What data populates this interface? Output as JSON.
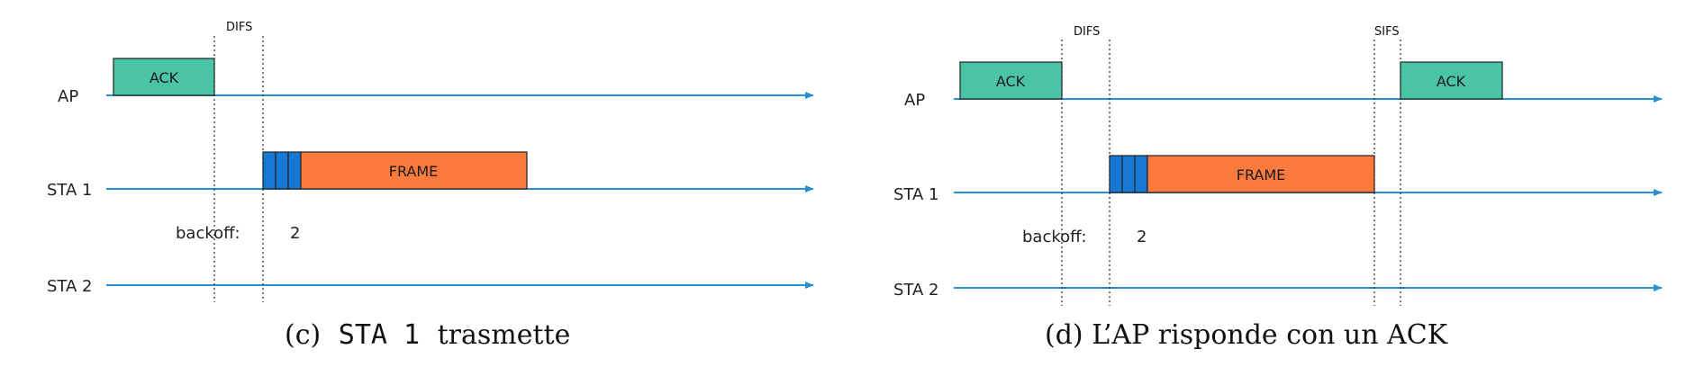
{
  "colors": {
    "timeline": "#2b8fd6",
    "ack": "#4bc4a6",
    "frame": "#fb7a3e",
    "backoff": "#1778d4",
    "border": "#222222"
  },
  "panel_c": {
    "rows": {
      "ap": "AP",
      "sta1": "STA 1",
      "sta2": "STA 2"
    },
    "difs": "DIFS",
    "ack": "ACK",
    "frame": "FRAME",
    "backoff_label": "backoff:",
    "backoff_value": "2",
    "caption_prefix": "(c)",
    "caption_code": "STA 1",
    "caption_text": "trasmette"
  },
  "panel_d": {
    "rows": {
      "ap": "AP",
      "sta1": "STA 1",
      "sta2": "STA 2"
    },
    "difs": "DIFS",
    "sifs": "SIFS",
    "ack1": "ACK",
    "ack2": "ACK",
    "frame": "FRAME",
    "backoff_label": "backoff:",
    "backoff_value": "2",
    "caption": "(d) L’AP risponde con un ACK"
  }
}
